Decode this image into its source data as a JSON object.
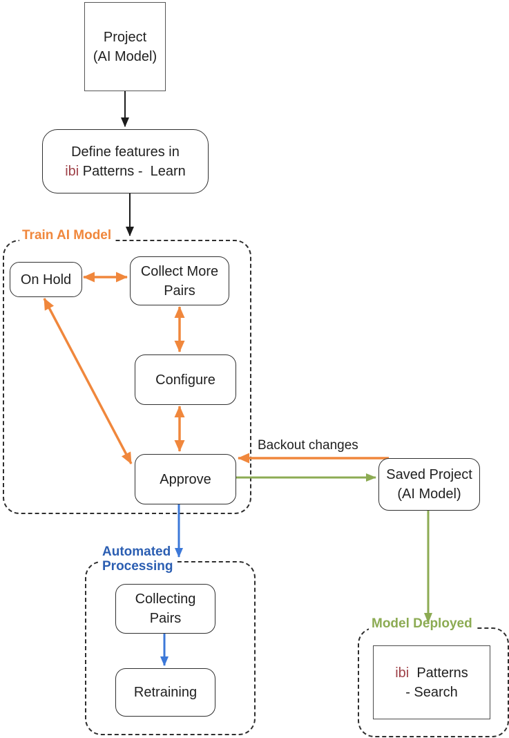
{
  "colors": {
    "orange": "#f0873c",
    "green": "#8cab53",
    "blue_arrow": "#3c78d8",
    "blue_label": "#2b5eb2",
    "brand_red": "#9f4148",
    "box_border": "#2f2f2f",
    "background": "#ffffff"
  },
  "nodes": {
    "project": {
      "label": "Project\n(AI Model)"
    },
    "define_features": {
      "line1": "Define features in",
      "brand": "ibi",
      "line2_rest": " Patterns -  Learn"
    },
    "on_hold": {
      "label": "On Hold"
    },
    "collect_more_pairs": {
      "label": "Collect More\nPairs"
    },
    "configure": {
      "label": "Configure"
    },
    "approve": {
      "label": "Approve"
    },
    "saved_project": {
      "label": "Saved Project\n(AI Model)"
    },
    "collecting_pairs": {
      "label": "Collecting\nPairs"
    },
    "retraining": {
      "label": "Retraining"
    },
    "patterns_search": {
      "brand": "ibi",
      "line1_rest": "  Patterns",
      "line2": "- Search"
    }
  },
  "groups": {
    "train_ai_model": {
      "label": "Train AI Model"
    },
    "automated_processing": {
      "label": "Automated\nProcessing"
    },
    "model_deployed": {
      "label": "Model Deployed"
    }
  },
  "edge_labels": {
    "backout_changes": "Backout changes"
  }
}
